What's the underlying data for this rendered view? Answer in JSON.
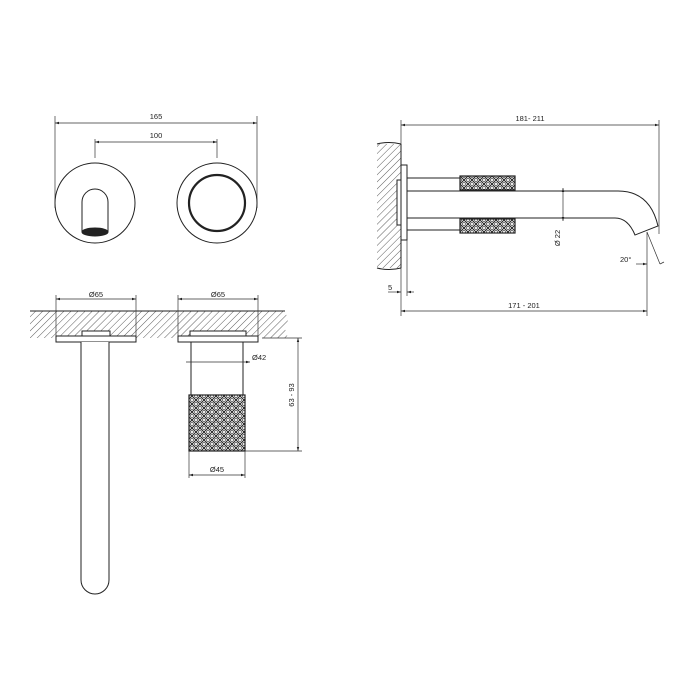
{
  "drawing": {
    "front_view": {
      "overall_width": "165",
      "center_distance": "100"
    },
    "top_section": {
      "rosette_left_diameter": "Ø65",
      "rosette_right_diameter": "Ø65",
      "handle_stem_diameter": "Ø42",
      "handle_diameter": "Ø45",
      "handle_projection": "63 - 93"
    },
    "side_view": {
      "overall_length": "181- 211",
      "spout_reach": "171 - 201",
      "rosette_thickness": "5",
      "spout_diameter": "Ø 22",
      "outlet_angle": "20°"
    }
  }
}
